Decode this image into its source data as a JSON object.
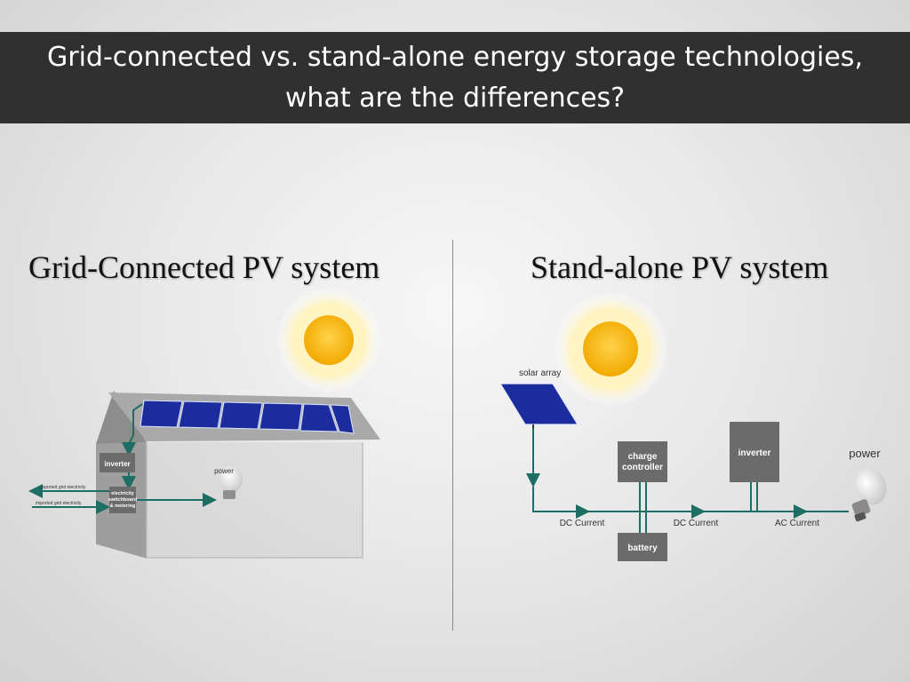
{
  "title": {
    "line1": "Grid-connected vs. stand-alone energy storage technologies,",
    "line2": "what are the differences?"
  },
  "grid_panel": {
    "heading": "Grid-Connected PV system",
    "inverter_label": "inverter",
    "power_label": "power",
    "switchboard_line1": "electricity",
    "switchboard_line2": "switchboard",
    "switchboard_line3": "& metering",
    "exported_label": "exported grid electricity",
    "imported_label": "imported grid electricity"
  },
  "standalone_panel": {
    "heading": "Stand-alone PV system",
    "solar_array_label": "solar array",
    "charge_controller_line1": "charge",
    "charge_controller_line2": "controller",
    "inverter_label": "inverter",
    "battery_label": "battery",
    "power_label": "power",
    "dc_current_1": "DC Current",
    "dc_current_2": "DC Current",
    "ac_current": "AC Current"
  },
  "colors": {
    "wire": "#1f6e63",
    "box": "#6b6b6b",
    "panel_blue": "#1b2d9c",
    "sun_core": "#f6b800",
    "title_bar": "#303030"
  }
}
